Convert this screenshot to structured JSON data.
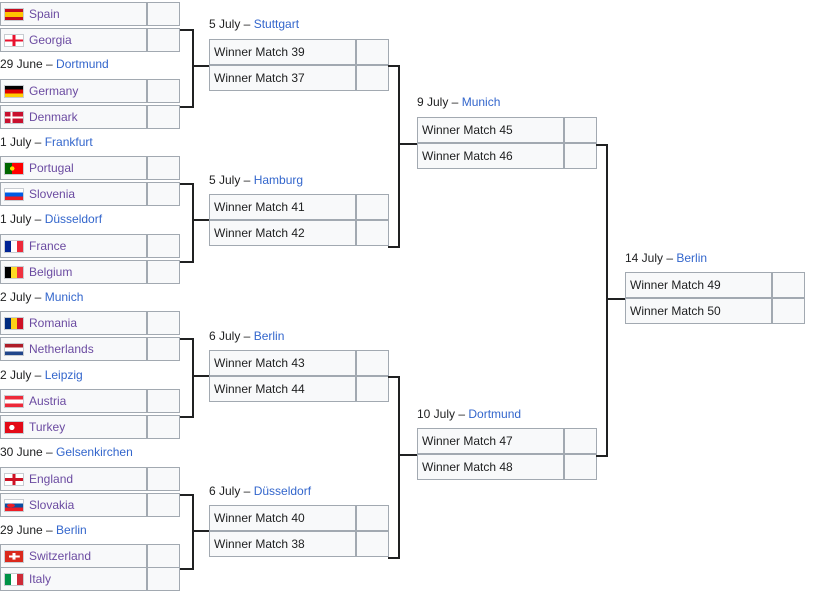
{
  "r16": [
    {
      "header": {
        "date": "",
        "venue": ""
      },
      "teams": [
        {
          "name": "Spain",
          "flag": "spain"
        },
        {
          "name": "Georgia",
          "flag": "georgia"
        }
      ]
    },
    {
      "header": {
        "date": "29 June – ",
        "venue": "Dortmund"
      },
      "teams": [
        {
          "name": "Germany",
          "flag": "germany"
        },
        {
          "name": "Denmark",
          "flag": "denmark"
        }
      ]
    },
    {
      "header": {
        "date": "1 July – ",
        "venue": "Frankfurt"
      },
      "teams": [
        {
          "name": "Portugal",
          "flag": "portugal"
        },
        {
          "name": "Slovenia",
          "flag": "slovenia"
        }
      ]
    },
    {
      "header": {
        "date": "1 July – ",
        "venue": "Düsseldorf"
      },
      "teams": [
        {
          "name": "France",
          "flag": "france"
        },
        {
          "name": "Belgium",
          "flag": "belgium"
        }
      ]
    },
    {
      "header": {
        "date": "2 July – ",
        "venue": "Munich"
      },
      "teams": [
        {
          "name": "Romania",
          "flag": "romania"
        },
        {
          "name": "Netherlands",
          "flag": "netherlands"
        }
      ]
    },
    {
      "header": {
        "date": "2 July – ",
        "venue": "Leipzig"
      },
      "teams": [
        {
          "name": "Austria",
          "flag": "austria"
        },
        {
          "name": "Turkey",
          "flag": "turkey"
        }
      ]
    },
    {
      "header": {
        "date": "30 June – ",
        "venue": "Gelsenkirchen"
      },
      "teams": [
        {
          "name": "England",
          "flag": "england"
        },
        {
          "name": "Slovakia",
          "flag": "slovakia"
        }
      ]
    },
    {
      "header": {
        "date": "29 June – ",
        "venue": "Berlin"
      },
      "teams": [
        {
          "name": "Switzerland",
          "flag": "switzerland"
        },
        {
          "name": "Italy",
          "flag": "italy"
        }
      ]
    }
  ],
  "qf": [
    {
      "header": {
        "date": "5 July – ",
        "venue": "Stuttgart"
      },
      "teams": [
        "Winner Match 39",
        "Winner Match 37"
      ]
    },
    {
      "header": {
        "date": "5 July – ",
        "venue": "Hamburg"
      },
      "teams": [
        "Winner Match 41",
        "Winner Match 42"
      ]
    },
    {
      "header": {
        "date": "6 July – ",
        "venue": "Berlin"
      },
      "teams": [
        "Winner Match 43",
        "Winner Match 44"
      ]
    },
    {
      "header": {
        "date": "6 July – ",
        "venue": "Düsseldorf"
      },
      "teams": [
        "Winner Match 40",
        "Winner Match 38"
      ]
    }
  ],
  "sf": [
    {
      "header": {
        "date": "9 July – ",
        "venue": "Munich"
      },
      "teams": [
        "Winner Match 45",
        "Winner Match 46"
      ]
    },
    {
      "header": {
        "date": "10 July – ",
        "venue": "Dortmund"
      },
      "teams": [
        "Winner Match 47",
        "Winner Match 48"
      ]
    }
  ],
  "final": {
    "header": {
      "date": "14 July – ",
      "venue": "Berlin"
    },
    "teams": [
      "Winner Match 49",
      "Winner Match 50"
    ]
  }
}
